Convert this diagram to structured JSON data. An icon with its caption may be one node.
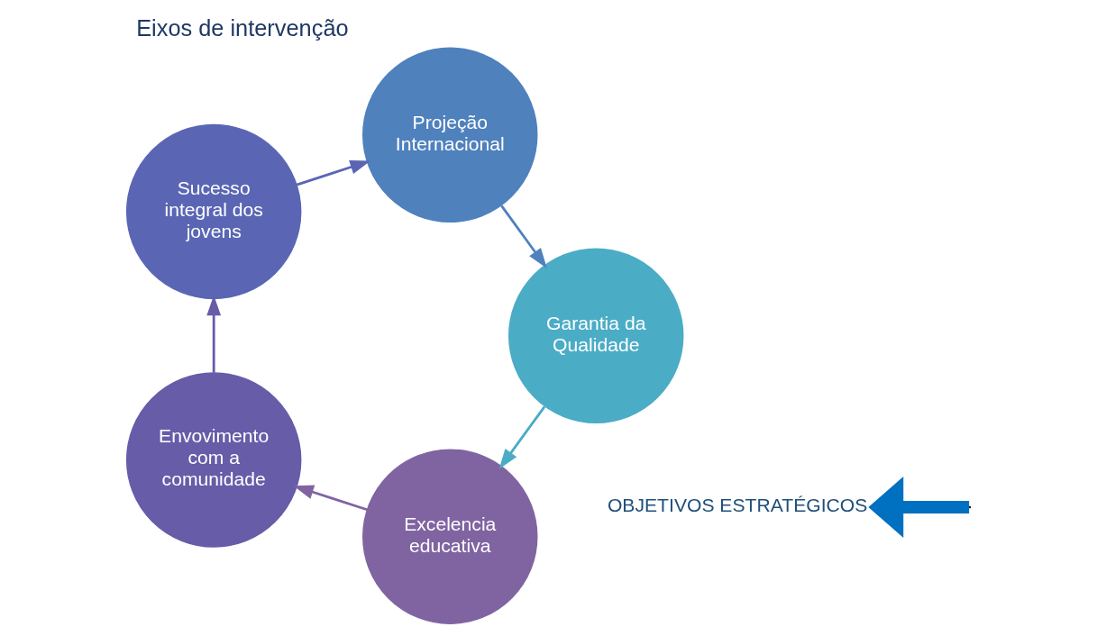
{
  "diagram": {
    "title": "Eixos de intervenção",
    "nodes": [
      {
        "text": [
          "Excelencia educativa"
        ]
      },
      {
        "text": [
          "Envovimento com a comunidade"
        ]
      },
      {
        "text": [
          "Sucesso integral dos jovens"
        ]
      },
      {
        "text": [
          "Projeção Internacional"
        ]
      },
      {
        "text": [
          "Garantia da Qualidade"
        ]
      },
      {
        "text": [
          "OBJETIVOS ESTRATÉGICOS"
        ]
      }
    ],
    "edges": [
      {
        "from": 0,
        "to": 1,
        "arrow": "to",
        "color": "#8064a2"
      },
      {
        "from": 1,
        "to": 2,
        "arrow": "to",
        "color": "#675ca8"
      },
      {
        "from": 2,
        "to": 3,
        "arrow": "to",
        "color": "#5a66b4"
      },
      {
        "from": 3,
        "to": 4,
        "arrow": "to",
        "color": "#4f81bd"
      },
      {
        "from": 4,
        "to": 0,
        "arrow": "to",
        "color": "#4bacc6"
      },
      {
        "from": null,
        "to": 5,
        "arrow": "to",
        "style": "thick",
        "color": "#0070c0"
      }
    ]
  }
}
